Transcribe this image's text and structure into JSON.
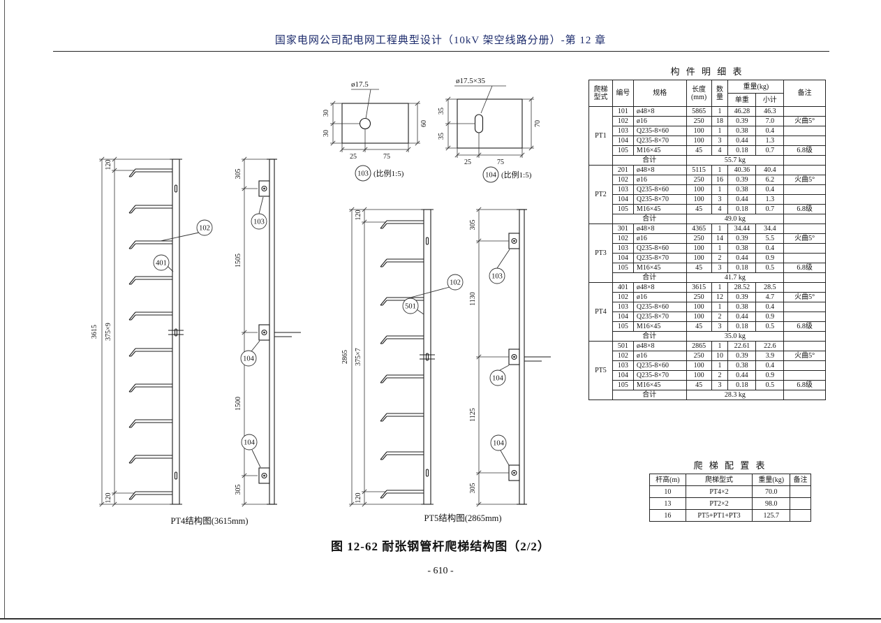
{
  "page": {
    "header_title": "国家电网公司配电网工程典型设计（10kV 架空线路分册）-第 12 章",
    "figure_caption": "图 12-62  耐张钢管杆爬梯结构图（2/2）",
    "page_number": "- 610 -"
  },
  "details": {
    "d103": {
      "hole_label": "ø17.5",
      "dim_left_top": "30",
      "dim_left_bottom": "30",
      "dim_right": "60",
      "dim_bottom_left": "25",
      "dim_bottom_right": "75",
      "tag": "103",
      "scale_note": "(比例1:5)"
    },
    "d104": {
      "hole_label": "ø17.5×35",
      "dim_left_top": "35",
      "dim_left_bottom": "35",
      "dim_right": "70",
      "dim_bottom_left": "25",
      "dim_bottom_right": "75",
      "tag": "104",
      "scale_note": "(比例1:5)"
    }
  },
  "pt4": {
    "caption": "PT4结构图(3615mm)",
    "dim_overall": "3615",
    "dim_spacing": "375×9",
    "dim_top": "120",
    "dim_bottom": "120",
    "chain": [
      "305",
      "1505",
      "1500",
      "305"
    ],
    "label_rung": "102",
    "label_pole": "401",
    "label_bracket_top": "103",
    "label_bracket_mid": "104",
    "label_bracket_bot": "104"
  },
  "pt5": {
    "caption": "PT5结构图(2865mm)",
    "dim_overall": "2865",
    "dim_spacing": "375×7",
    "dim_top": "120",
    "dim_bottom": "120",
    "chain": [
      "305",
      "1130",
      "1125",
      "305"
    ],
    "label_rung": "102",
    "label_pole": "501",
    "label_bracket_top": "103",
    "label_bracket_mid": "104",
    "label_bracket_bot": "104"
  },
  "component_table": {
    "title": "构 件 明 细 表",
    "headers": {
      "type": "爬梯\n型式",
      "no": "编号",
      "spec": "规格",
      "length": "长度\n(mm)",
      "qty": "数\n量",
      "weight": "重量(kg)",
      "unit": "单重",
      "subtotal": "小计",
      "remark": "备注"
    },
    "groups": [
      {
        "type": "PT1",
        "rows": [
          [
            "101",
            "ø48×8",
            "5865",
            "1",
            "46.28",
            "46.3",
            ""
          ],
          [
            "102",
            "ø16",
            "250",
            "18",
            "0.39",
            "7.0",
            "火曲5°"
          ],
          [
            "103",
            "Q235-8×60",
            "100",
            "1",
            "0.38",
            "0.4",
            ""
          ],
          [
            "104",
            "Q235-8×70",
            "100",
            "3",
            "0.44",
            "1.3",
            ""
          ],
          [
            "105",
            "M16×45",
            "45",
            "4",
            "0.18",
            "0.7",
            "6.8级"
          ]
        ],
        "total_label": "合计",
        "total_value": "55.7 kg"
      },
      {
        "type": "PT2",
        "rows": [
          [
            "201",
            "ø48×8",
            "5115",
            "1",
            "40.36",
            "40.4",
            ""
          ],
          [
            "102",
            "ø16",
            "250",
            "16",
            "0.39",
            "6.2",
            "火曲5°"
          ],
          [
            "103",
            "Q235-8×60",
            "100",
            "1",
            "0.38",
            "0.4",
            ""
          ],
          [
            "104",
            "Q235-8×70",
            "100",
            "3",
            "0.44",
            "1.3",
            ""
          ],
          [
            "105",
            "M16×45",
            "45",
            "4",
            "0.18",
            "0.7",
            "6.8级"
          ]
        ],
        "total_label": "合计",
        "total_value": "49.0 kg"
      },
      {
        "type": "PT3",
        "rows": [
          [
            "301",
            "ø48×8",
            "4365",
            "1",
            "34.44",
            "34.4",
            ""
          ],
          [
            "102",
            "ø16",
            "250",
            "14",
            "0.39",
            "5.5",
            "火曲5°"
          ],
          [
            "103",
            "Q235-8×60",
            "100",
            "1",
            "0.38",
            "0.4",
            ""
          ],
          [
            "104",
            "Q235-8×70",
            "100",
            "2",
            "0.44",
            "0.9",
            ""
          ],
          [
            "105",
            "M16×45",
            "45",
            "3",
            "0.18",
            "0.5",
            "6.8级"
          ]
        ],
        "total_label": "合计",
        "total_value": "41.7 kg"
      },
      {
        "type": "PT4",
        "rows": [
          [
            "401",
            "ø48×8",
            "3615",
            "1",
            "28.52",
            "28.5",
            ""
          ],
          [
            "102",
            "ø16",
            "250",
            "12",
            "0.39",
            "4.7",
            "火曲5°"
          ],
          [
            "103",
            "Q235-8×60",
            "100",
            "1",
            "0.38",
            "0.4",
            ""
          ],
          [
            "104",
            "Q235-8×70",
            "100",
            "2",
            "0.44",
            "0.9",
            ""
          ],
          [
            "105",
            "M16×45",
            "45",
            "3",
            "0.18",
            "0.5",
            "6.8级"
          ]
        ],
        "total_label": "合计",
        "total_value": "35.0 kg"
      },
      {
        "type": "PT5",
        "rows": [
          [
            "501",
            "ø48×8",
            "2865",
            "1",
            "22.61",
            "22.6",
            ""
          ],
          [
            "102",
            "ø16",
            "250",
            "10",
            "0.39",
            "3.9",
            "火曲5°"
          ],
          [
            "103",
            "Q235-8×60",
            "100",
            "1",
            "0.38",
            "0.4",
            ""
          ],
          [
            "104",
            "Q235-8×70",
            "100",
            "2",
            "0.44",
            "0.9",
            ""
          ],
          [
            "105",
            "M16×45",
            "45",
            "3",
            "0.18",
            "0.5",
            "6.8级"
          ]
        ],
        "total_label": "合计",
        "total_value": "28.3 kg"
      }
    ]
  },
  "config_table": {
    "title": "爬 梯 配 置 表",
    "headers": [
      "杆高(m)",
      "爬梯型式",
      "重量(kg)",
      "备注"
    ],
    "rows": [
      [
        "10",
        "PT4×2",
        "70.0",
        ""
      ],
      [
        "13",
        "PT2×2",
        "98.0",
        ""
      ],
      [
        "16",
        "PT5+PT1+PT3",
        "125.7",
        ""
      ]
    ]
  }
}
